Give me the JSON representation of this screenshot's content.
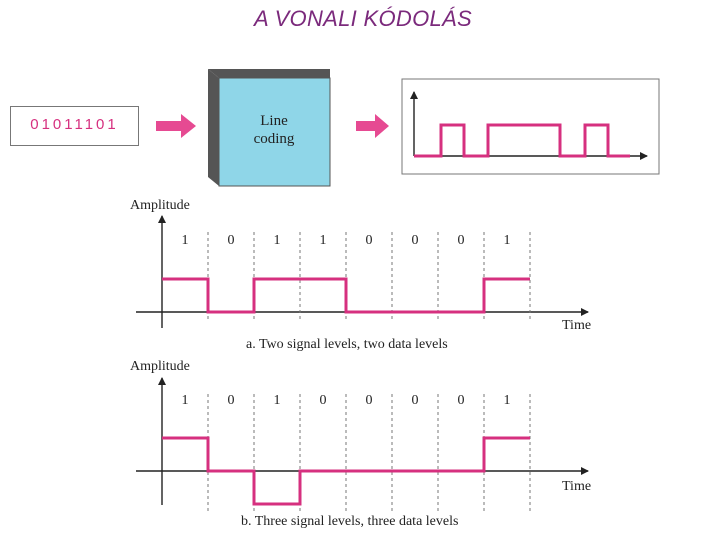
{
  "title": "A VONALI KÓDOLÁS",
  "bits": "01011101",
  "block_label_line1": "Line",
  "block_label_line2": "coding",
  "diagram_a": {
    "y_label": "Amplitude",
    "x_label": "Time",
    "caption": "a. Two signal levels, two data levels",
    "bits": [
      "1",
      "0",
      "1",
      "1",
      "0",
      "0",
      "0",
      "1"
    ],
    "levels": [
      1,
      0,
      1,
      1,
      0,
      0,
      0,
      1
    ]
  },
  "diagram_b": {
    "y_label": "Amplitude",
    "x_label": "Time",
    "caption": "b. Three signal levels, three data levels",
    "bits": [
      "1",
      "0",
      "1",
      "0",
      "0",
      "0",
      "0",
      "1"
    ],
    "levels": [
      1,
      0,
      -1,
      0,
      0,
      0,
      0,
      1
    ]
  },
  "colors": {
    "signal": "#d6307f",
    "block": "#8fd6e8",
    "arrow": "#e64a92",
    "title": "#7b2a7c"
  }
}
